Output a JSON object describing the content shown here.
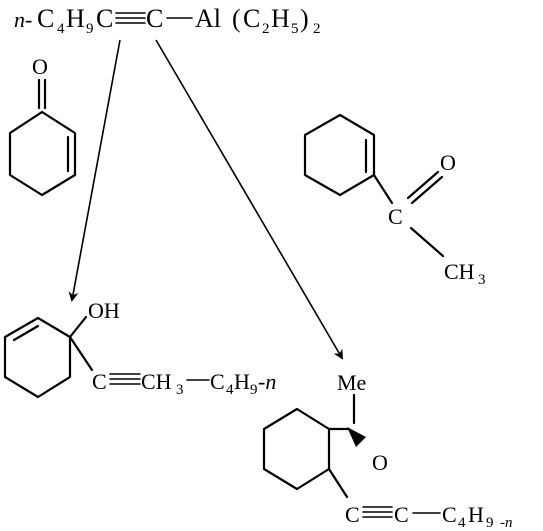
{
  "reagent": {
    "prefix": "n-",
    "c1": "C",
    "c1_sub": "4",
    "h1": "H",
    "h1_sub": "9",
    "c_triple": "C",
    "c_after": "C",
    "al": "Al",
    "paren_open": "(",
    "c2": "C",
    "c2_sub": "2",
    "h2": "H",
    "h2_sub": "5",
    "paren_close": ")",
    "count": "2"
  },
  "cyclohexenone": {
    "oxygen": "O"
  },
  "acetylcyclohexene": {
    "oxygen": "O",
    "carbon": "C",
    "methyl": "CH",
    "methyl_sub": "3"
  },
  "product1": {
    "oh": "OH",
    "c_alkyne": "C",
    "ch3": "CH",
    "ch3_sub": "3",
    "c4": "C",
    "c4_sub": "4",
    "h9": "H",
    "h9_sub": "9",
    "suffix": "-n"
  },
  "product2": {
    "me": "Me",
    "oxygen": "O",
    "c_a": "C",
    "c_b": "C",
    "c4": "C",
    "c4_sub": "4",
    "h9": "H",
    "h9_sub": "9",
    "suffix": "-n"
  }
}
